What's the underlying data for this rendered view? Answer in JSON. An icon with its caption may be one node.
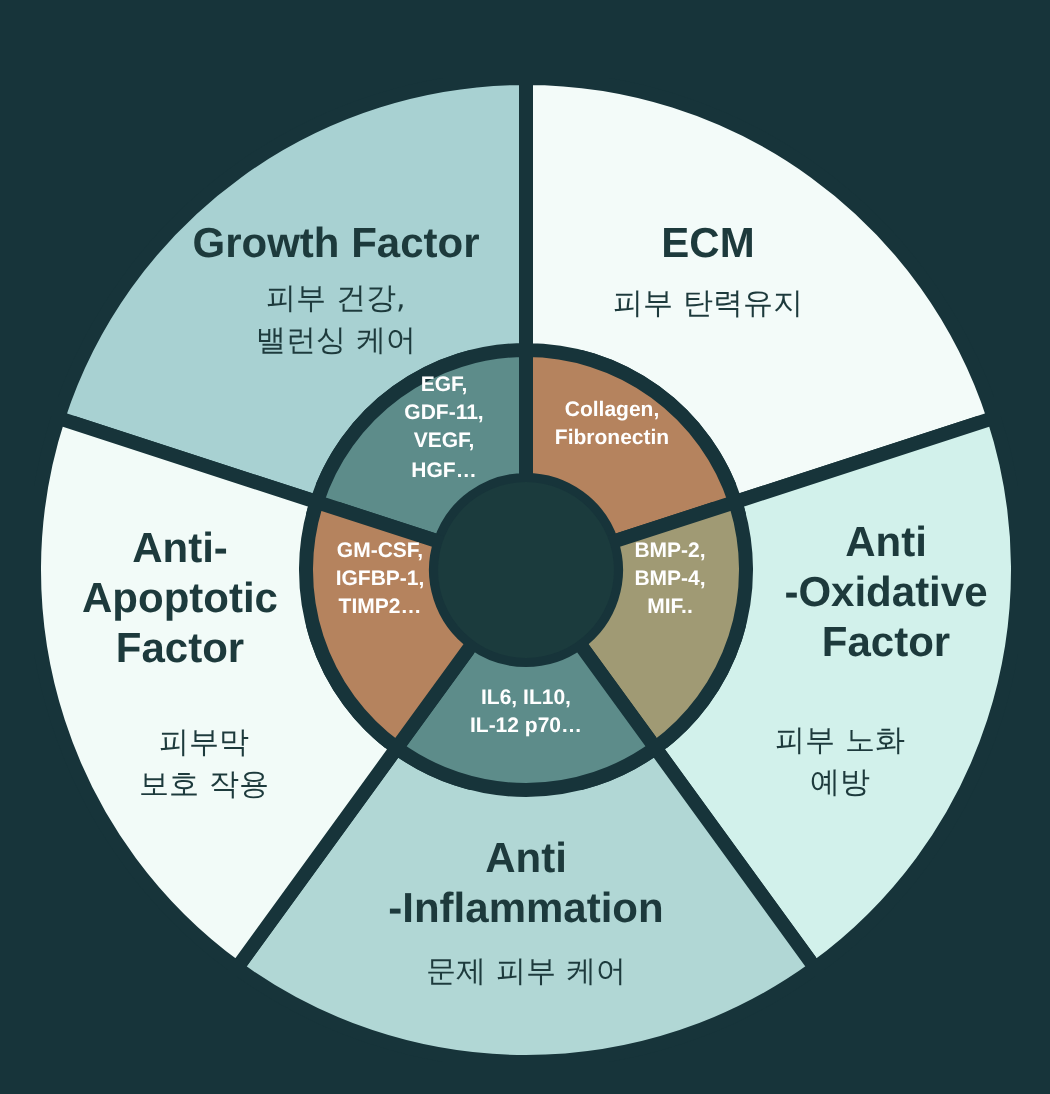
{
  "diagram": {
    "nodes": [
      {
        "text": [
          "Growth Factor",
          "피부 건강, 밸런싱 케어"
        ]
      },
      {
        "text": [
          "ECM",
          "피부 탄력유지"
        ]
      },
      {
        "text": [
          "Anti -Oxidative Factor",
          "피부 노화 예방"
        ]
      },
      {
        "text": [
          "Anti -Inflammation",
          "문제 피부 케어"
        ]
      },
      {
        "text": [
          "Anti- Apoptotic Factor",
          "피부막 보호 작용"
        ]
      },
      {
        "text": [
          "EGF, GDF-11, VEGF, HGF…"
        ]
      },
      {
        "text": [
          "Collagen, Fibronectin"
        ]
      },
      {
        "text": [
          "BMP-2, BMP-4, MIF.."
        ]
      },
      {
        "text": [
          "IL6, IL10, IL-12 p70…"
        ]
      },
      {
        "text": [
          "GM-CSF, IGFBP-1, TIMP2…"
        ]
      },
      {
        "text": [],
        "shape": "circle"
      }
    ],
    "edges": []
  }
}
